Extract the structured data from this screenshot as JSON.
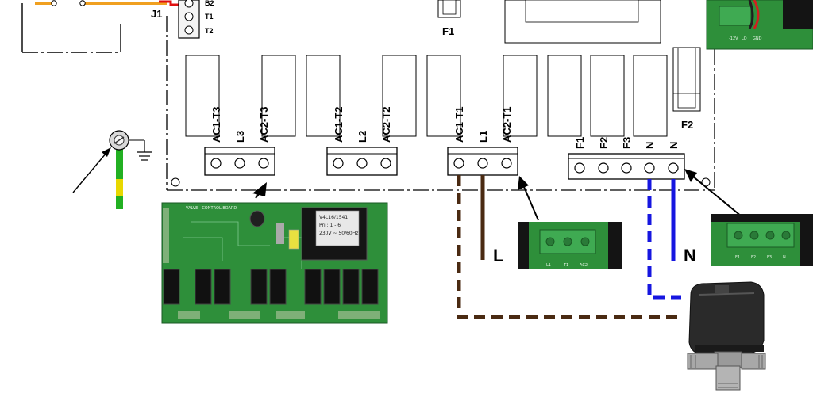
{
  "connectors": {
    "top_left": {
      "pins": [
        "B2",
        "T1",
        "T2"
      ]
    },
    "j1_label": "J1",
    "fuse1_label": "F1",
    "fuse2_label": "F2"
  },
  "terminal_blocks": [
    {
      "name": "block-t3",
      "pins": [
        "AC1-T3",
        "L3",
        "AC2-T3"
      ]
    },
    {
      "name": "block-t2",
      "pins": [
        "AC1-T2",
        "L2",
        "AC2-T2"
      ]
    },
    {
      "name": "block-t1",
      "pins": [
        "AC1-T1",
        "L1",
        "AC2-T1"
      ]
    },
    {
      "name": "block-output",
      "pins": [
        "F1",
        "F2",
        "F3",
        "N",
        "N"
      ]
    }
  ],
  "wires": {
    "line_label": "L",
    "neutral_label": "N"
  },
  "colors": {
    "live_wire": "#4a2a12",
    "neutral_wire": "#1616e0",
    "earth_green": "#22b022",
    "earth_yellow": "#e8d800",
    "orange_wire": "#f0a020",
    "red_wire": "#e01010",
    "pcb_green": "#2e8f3a",
    "terminal_green": "#3faa52"
  },
  "photos": {
    "pcb_board": {
      "transformer_text": [
        "V4L16/1541",
        "Pri.: 1 - 6",
        "230V ~ 50/60Hz"
      ],
      "silkscreen_title": "VALVE - CONTROL BOARD"
    },
    "top_right": {
      "silkscreen": [
        "-12V",
        "LO",
        "GND"
      ]
    },
    "terminal_l1": {
      "silkscreen": [
        "L1",
        "T1",
        "AC2"
      ]
    },
    "terminal_out": {
      "silkscreen": [
        "F1",
        "F2",
        "F3",
        "N"
      ]
    }
  },
  "icons": {
    "earth_terminal": "earth-terminal-icon",
    "ground_symbol": "ground-symbol-icon",
    "valve": "motorized-valve-icon"
  }
}
